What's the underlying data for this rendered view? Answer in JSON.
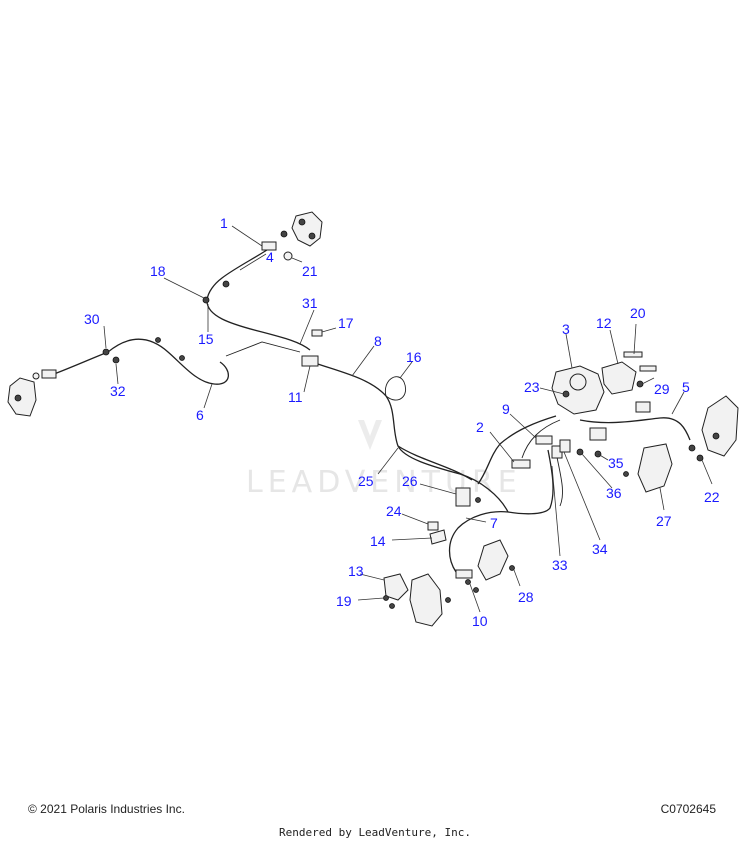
{
  "watermark": "LEADVENTURE",
  "callouts": {
    "c1": "1",
    "c2": "2",
    "c3": "3",
    "c4": "4",
    "c5": "5",
    "c6": "6",
    "c7": "7",
    "c8": "8",
    "c9": "9",
    "c10": "10",
    "c11": "11",
    "c12": "12",
    "c13": "13",
    "c14": "14",
    "c15": "15",
    "c16": "16",
    "c17": "17",
    "c18": "18",
    "c19": "19",
    "c20": "20",
    "c21": "21",
    "c22": "22",
    "c23": "23",
    "c24": "24",
    "c25": "25",
    "c26": "26",
    "c27": "27",
    "c28": "28",
    "c29": "29",
    "c30": "30",
    "c31": "31",
    "c32": "32",
    "c33": "33",
    "c34": "34",
    "c35": "35",
    "c36": "36"
  },
  "footer": {
    "copyright": "© 2021 Polaris Industries Inc.",
    "diagram_code": "C0702645",
    "rendered_by": "Rendered by LeadVenture, Inc."
  }
}
